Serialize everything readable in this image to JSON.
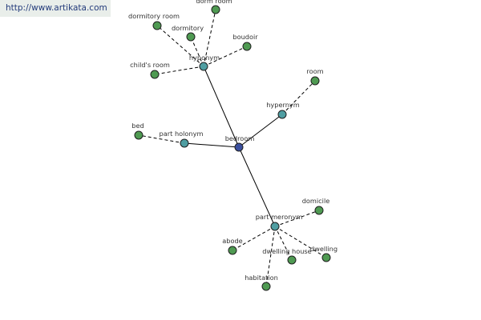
{
  "banner": {
    "url_text": "http://www.artikata.com"
  },
  "colors": {
    "center": "#3a4f9e",
    "relation": "#4f9ea2",
    "term": "#4f9a52"
  },
  "graph": {
    "center": {
      "label": "bedroom"
    },
    "relations": [
      {
        "id": "hyponym",
        "label": "hyponym",
        "terms": [
          "dorm room",
          "dormitory room",
          "dormitory",
          "boudoir",
          "child's room"
        ]
      },
      {
        "id": "hypernym",
        "label": "hypernym",
        "terms": [
          "room"
        ]
      },
      {
        "id": "part-holonym",
        "label": "part holonym",
        "terms": [
          "bed"
        ]
      },
      {
        "id": "part-meronym",
        "label": "part meronym",
        "terms": [
          "domicile",
          "abode",
          "dwelling house",
          "dwelling",
          "habitation"
        ]
      }
    ]
  }
}
